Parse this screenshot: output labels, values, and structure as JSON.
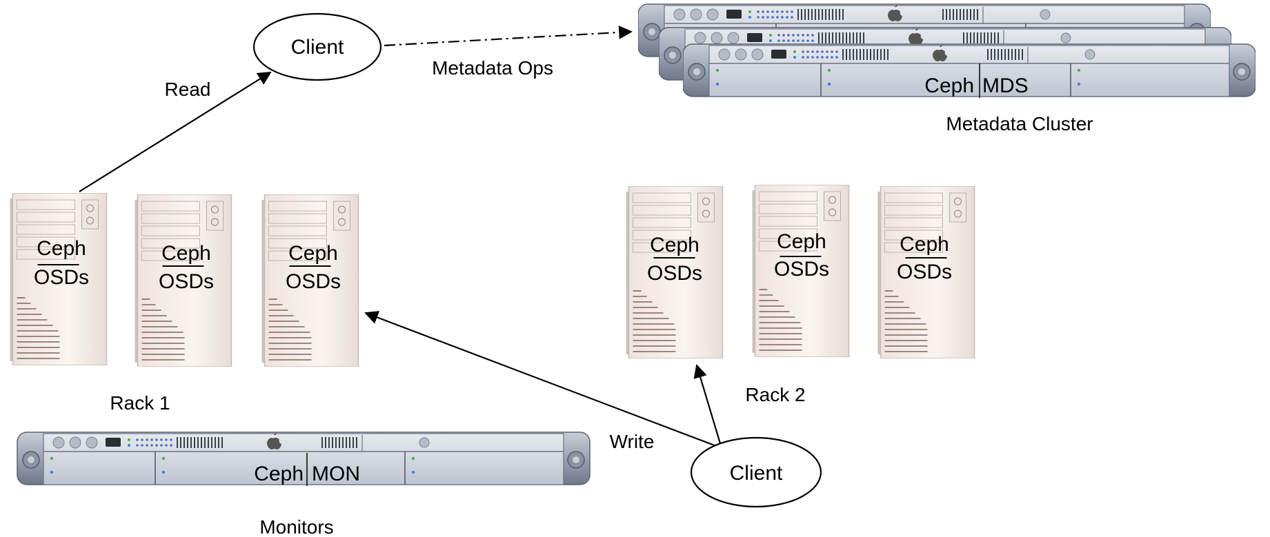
{
  "diagram": {
    "clients": {
      "top": "Client",
      "bottom": "Client"
    },
    "arrows": {
      "read": "Read",
      "write": "Write",
      "metadata_ops": "Metadata Ops"
    },
    "metadata_cluster": {
      "server_left": "Ceph",
      "server_right": "MDS",
      "label": "Metadata Cluster"
    },
    "racks": [
      {
        "label": "Rack 1",
        "servers": [
          {
            "top": "Ceph",
            "bottom": "OSDs"
          },
          {
            "top": "Ceph",
            "bottom": "OSDs"
          },
          {
            "top": "Ceph",
            "bottom": "OSDs"
          }
        ]
      },
      {
        "label": "Rack 2",
        "servers": [
          {
            "top": "Ceph",
            "bottom": "OSDs"
          },
          {
            "top": "Ceph",
            "bottom": "OSDs"
          },
          {
            "top": "Ceph",
            "bottom": "OSDs"
          }
        ]
      }
    ],
    "monitor": {
      "server_left": "Ceph",
      "server_right": "MON",
      "label": "Monitors"
    },
    "colors": {
      "tower_face": "#f6ece8",
      "tower_side": "#d9cfcb",
      "tower_stripes": "#8a6f63",
      "rack_body": "#9aa4b4",
      "rack_front": "#d0d6de",
      "rack_edge": "#5b6270",
      "led_green": "#4caf50",
      "led_blue": "#4d7ad6",
      "line": "#000000"
    }
  }
}
